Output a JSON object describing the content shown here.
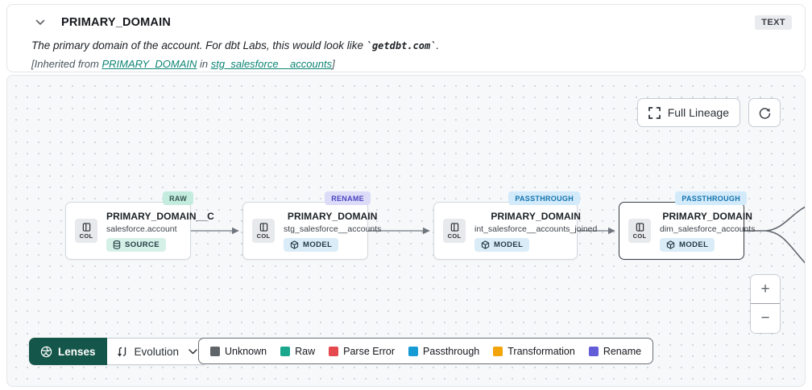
{
  "header": {
    "title": "PRIMARY_DOMAIN",
    "type_badge": "TEXT",
    "description_prefix": "The primary domain of the account. For dbt Labs, this would look like ",
    "description_code": "`getdbt.com`",
    "description_suffix": ".",
    "inherited_prefix": "[Inherited from ",
    "inherited_link_column": "PRIMARY_DOMAIN",
    "inherited_middle": " in ",
    "inherited_link_model": "stg_salesforce__accounts",
    "inherited_suffix": "]"
  },
  "canvas": {
    "toolbar": {
      "full_lineage_label": "Full Lineage"
    },
    "nodes": [
      {
        "status": "RAW",
        "col_label": "COL",
        "title": "PRIMARY_DOMAIN__C",
        "subtitle": "salesforce.account",
        "resource_type": "SOURCE"
      },
      {
        "status": "RENAME",
        "col_label": "COL",
        "title": "PRIMARY_DOMAIN",
        "subtitle": "stg_salesforce__accounts",
        "resource_type": "MODEL"
      },
      {
        "status": "PASSTHROUGH",
        "col_label": "COL",
        "title": "PRIMARY_DOMAIN",
        "subtitle": "int_salesforce__accounts_joined",
        "resource_type": "MODEL"
      },
      {
        "status": "PASSTHROUGH",
        "col_label": "COL",
        "title": "PRIMARY_DOMAIN",
        "subtitle": "dim_salesforce_accounts",
        "resource_type": "MODEL"
      }
    ],
    "controls": {
      "lenses_label": "Lenses",
      "lens_selected": "Evolution",
      "zoom_in_label": "+",
      "zoom_out_label": "−"
    },
    "legend": {
      "items": [
        {
          "label": "Unknown",
          "color": "#5f6469"
        },
        {
          "label": "Raw",
          "color": "#19a88e"
        },
        {
          "label": "Parse Error",
          "color": "#e5484d"
        },
        {
          "label": "Passthrough",
          "color": "#169bd5"
        },
        {
          "label": "Transformation",
          "color": "#f2a40a"
        },
        {
          "label": "Rename",
          "color": "#635cd9"
        }
      ]
    }
  },
  "colors": {
    "accent_teal": "#0e8575",
    "lenses_button_bg": "#15564a",
    "raw_badge_bg": "#c3ecdf",
    "rename_badge_bg": "#dcdcf9",
    "passthrough_badge_bg": "#d2eafa",
    "canvas_bg": "#f7f8fa",
    "edge": "#878d94"
  }
}
